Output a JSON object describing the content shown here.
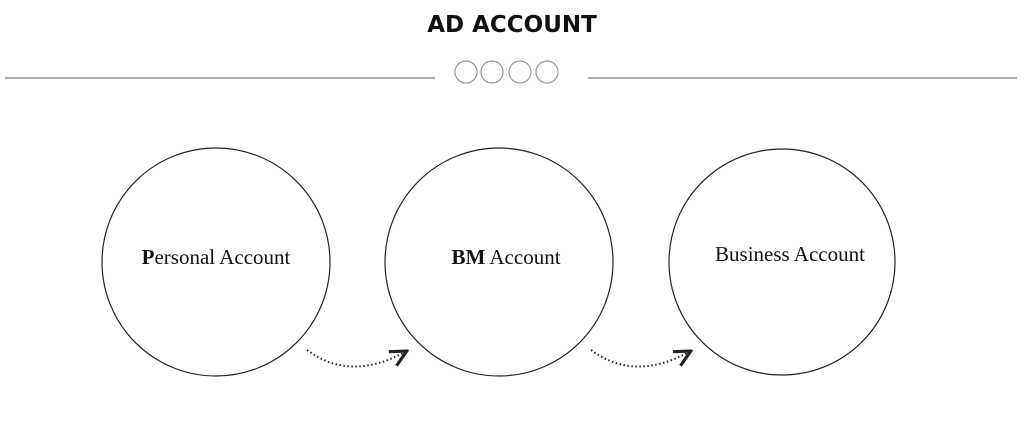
{
  "title": "AD ACCOUNT",
  "nodes": [
    {
      "label_bold": "P",
      "label_rest": "ersonal Account"
    },
    {
      "label_bold": "BM",
      "label_rest": " Account"
    },
    {
      "label_bold": "",
      "label_rest": "Business Account"
    }
  ],
  "colors": {
    "stroke": "#222222",
    "decor": "#999999"
  }
}
